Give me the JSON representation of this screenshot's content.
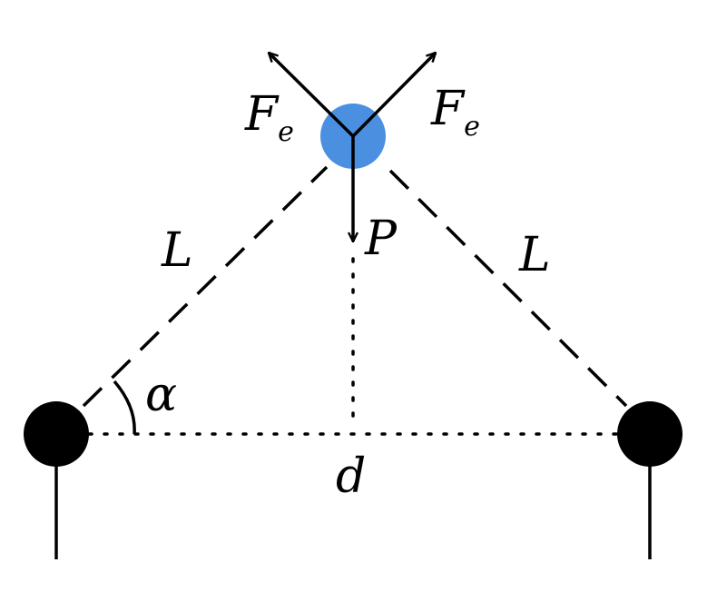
{
  "colors": {
    "ink": "#000000",
    "charge_top": "#4a8fe0",
    "charge_bottom": "#000000"
  },
  "labels": {
    "force_symbol": "F",
    "force_subscript": "e",
    "weight": "P",
    "length_left": "L",
    "length_right": "L",
    "angle": "α",
    "distance": "d"
  }
}
